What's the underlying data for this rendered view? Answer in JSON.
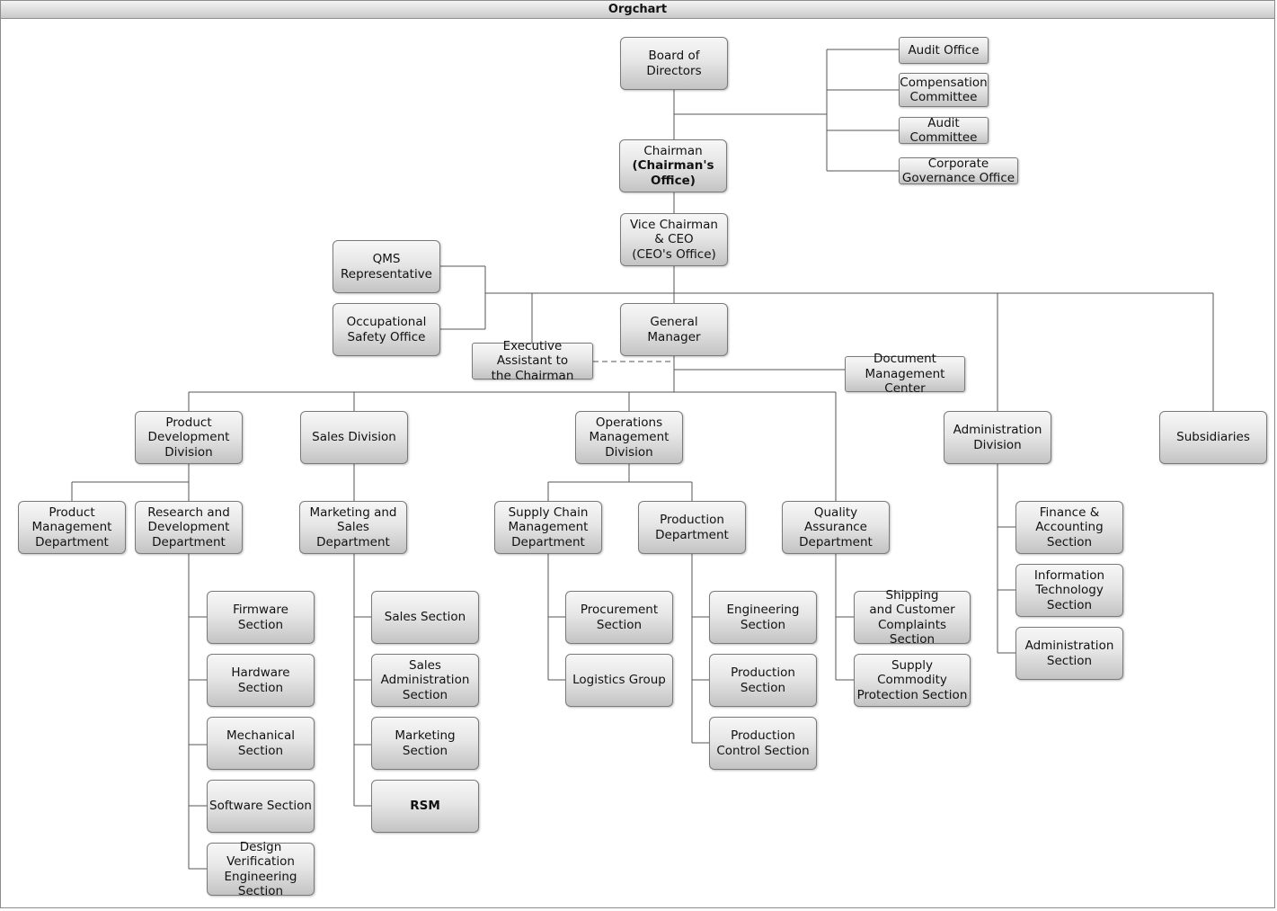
{
  "window": {
    "title": "Orgchart"
  },
  "nodes": {
    "board": "Board of\nDirectors",
    "audit_office": "Audit Office",
    "compensation": "Compensation\nCommittee",
    "audit_committee": "Audit\nCommittee",
    "corp_gov": "Corporate\nGovernance Office",
    "chairman_l1": "Chairman",
    "chairman_l2": "(Chairman's\nOffice)",
    "vice_chairman": "Vice Chairman\n& CEO\n(CEO's Office)",
    "qms": "QMS\nRepresentative",
    "occ_safety": "Occupational\nSafety Office",
    "exec_assistant": "Executive Assistant to\nthe Chairman",
    "general_manager": "General Manager",
    "doc_mgmt": "Document\nManagement Center",
    "product_dev": "Product\nDevelopment\nDivision",
    "sales_division": "Sales Division",
    "operations": "Operations\nManagement\nDivision",
    "admin_division": "Administration\nDivision",
    "subsidiaries": "Subsidiaries",
    "product_mgmt": "Product\nManagement\nDepartment",
    "rnd": "Research and\nDevelopment\nDepartment",
    "marketing_sales": "Marketing and\nSales Department",
    "supply_chain": "Supply Chain\nManagement\nDepartment",
    "production_dept": "Production\nDepartment",
    "quality": "Quality Assurance\nDepartment",
    "finance": "Finance &\nAccounting\nSection",
    "it": "Information\nTechnology\nSection",
    "admin_section": "Administration\nSection",
    "firmware": "Firmware   Section",
    "hardware": "Hardware   Section",
    "mechanical": "Mechanical\nSection",
    "software": "Software   Section",
    "design_verif": "Design\nVerification\nEngineering\nSection",
    "sales_section": "Sales Section",
    "sales_admin": "Sales\nAdministration\nSection",
    "marketing_section": "Marketing Section",
    "rsm": "RSM",
    "procurement": "Procurement Section",
    "logistics": "Logistics   Group",
    "engineering": "Engineering\nSection",
    "production_section": "Production\nSection",
    "production_control": "Production\nControl   Section",
    "shipping": "Shipping\nand Customer\nComplaints Section",
    "supply_commodity": "Supply   Commodity\nProtection   Section"
  }
}
